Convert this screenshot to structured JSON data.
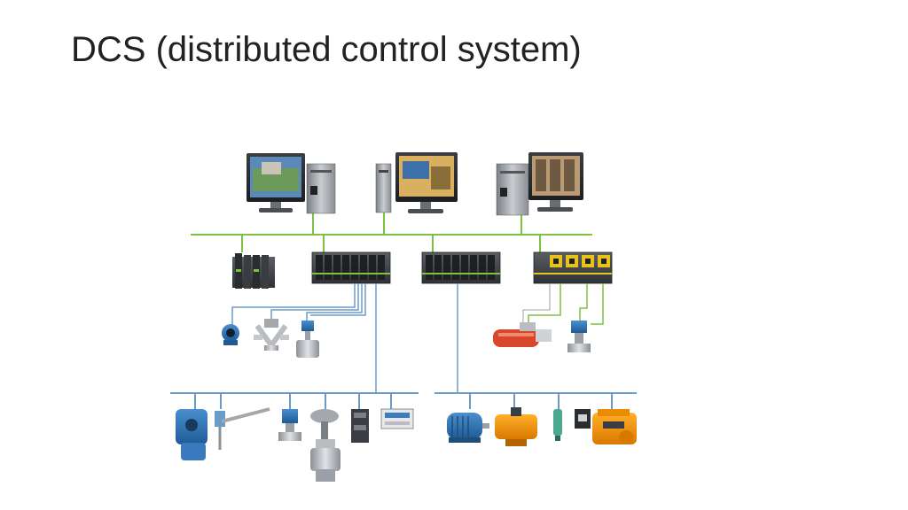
{
  "slide": {
    "title": "DCS (distributed control system)"
  },
  "colors": {
    "control_network": "#7dc243",
    "field_bus": "#6b9bc8",
    "background": "#ffffff"
  },
  "diagram": {
    "workstations": [
      {
        "name": "operator-workstation-1",
        "icon": "pc-with-monitor"
      },
      {
        "name": "operator-workstation-2",
        "icon": "pc-with-monitor"
      },
      {
        "name": "engineering-workstation",
        "icon": "pc-with-monitor"
      }
    ],
    "controllers": [
      {
        "name": "io-rack-1",
        "icon": "io-module-rack"
      },
      {
        "name": "controller-2",
        "icon": "io-module-rack"
      },
      {
        "name": "controller-3",
        "icon": "io-module-rack"
      },
      {
        "name": "controller-4",
        "icon": "io-module-rack"
      }
    ],
    "field_devices": [
      "transmitter",
      "flow-meter",
      "valve",
      "level-transmitter",
      "temperature-probe",
      "pressure-transmitter",
      "control-valve",
      "io-block",
      "remote-io",
      "motor",
      "actuator",
      "sensor",
      "valve-actuator",
      "pneumatic-actuator",
      "pressure-gauge"
    ]
  }
}
